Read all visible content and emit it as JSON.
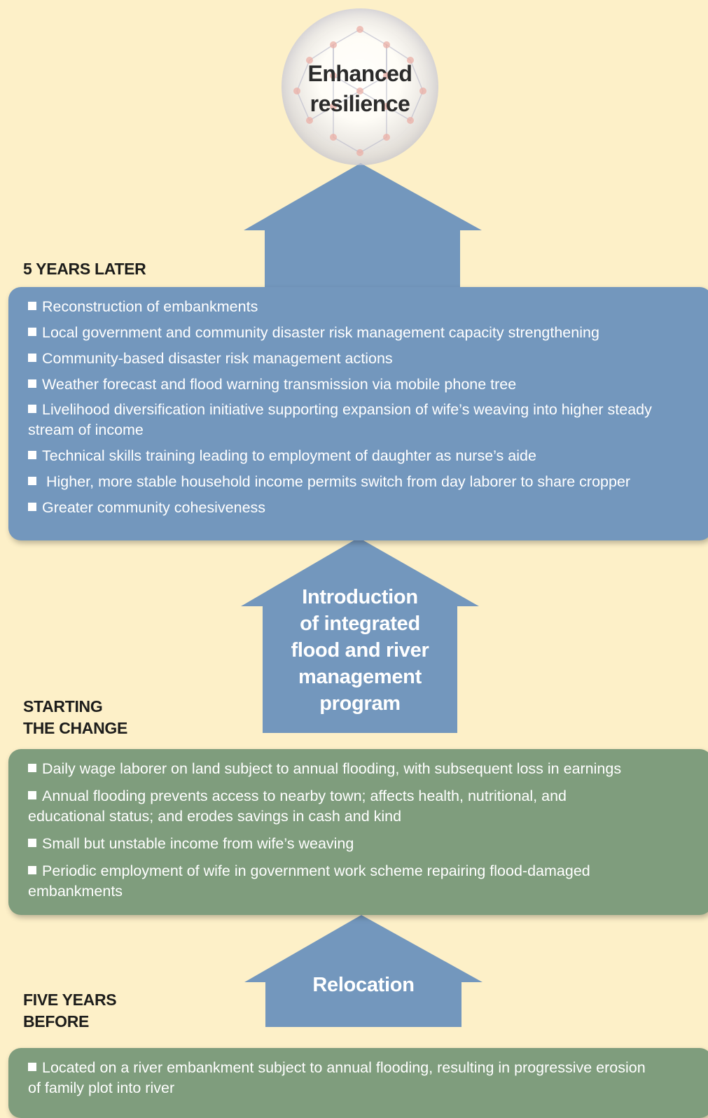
{
  "diagram": {
    "top_node": {
      "label_line1": "Enhanced",
      "label_line2": "resilience"
    },
    "sections": {
      "later": {
        "title": "5 YEARS LATER",
        "items": [
          "Reconstruction of embankments",
          "Local government and community disaster risk management capacity strengthening",
          "Community-based disaster risk management actions",
          "Weather forecast and flood warning transmission via mobile phone tree",
          "Livelihood diversification initiative supporting expansion of wife’s weaving into higher steady stream of income",
          "Technical skills training leading to employment of daughter as nurse’s aide",
          " Higher, more stable household income permits switch from day laborer to share cropper",
          "Greater community cohesiveness"
        ]
      },
      "change": {
        "title": "STARTING\nTHE CHANGE",
        "items": [
          "Daily wage laborer on land subject to annual flooding, with subsequent loss in earnings",
          "Annual flooding prevents access to nearby town; affects health, nutritional, and educational status; and erodes savings in cash and kind",
          "Small but unstable income from wife’s weaving",
          "Periodic employment of wife in government work scheme repairing flood-damaged embankments"
        ]
      },
      "before": {
        "title": "FIVE YEARS\nBEFORE",
        "items": [
          "Located on a river embankment subject to annual flooding, resulting in progressive erosion of family plot into river"
        ]
      }
    },
    "arrows": {
      "middle": "Introduction\nof integrated\nflood and river\nmanagement\nprogram",
      "bottom": "Relocation"
    },
    "colors": {
      "background": "#fdf0c8",
      "arrow": "#7397bd",
      "panel_later": "#7397bd",
      "panel_earlier": "#7f9d7d",
      "panel_text": "#ffffff",
      "label_text": "#1d1d1b"
    }
  }
}
